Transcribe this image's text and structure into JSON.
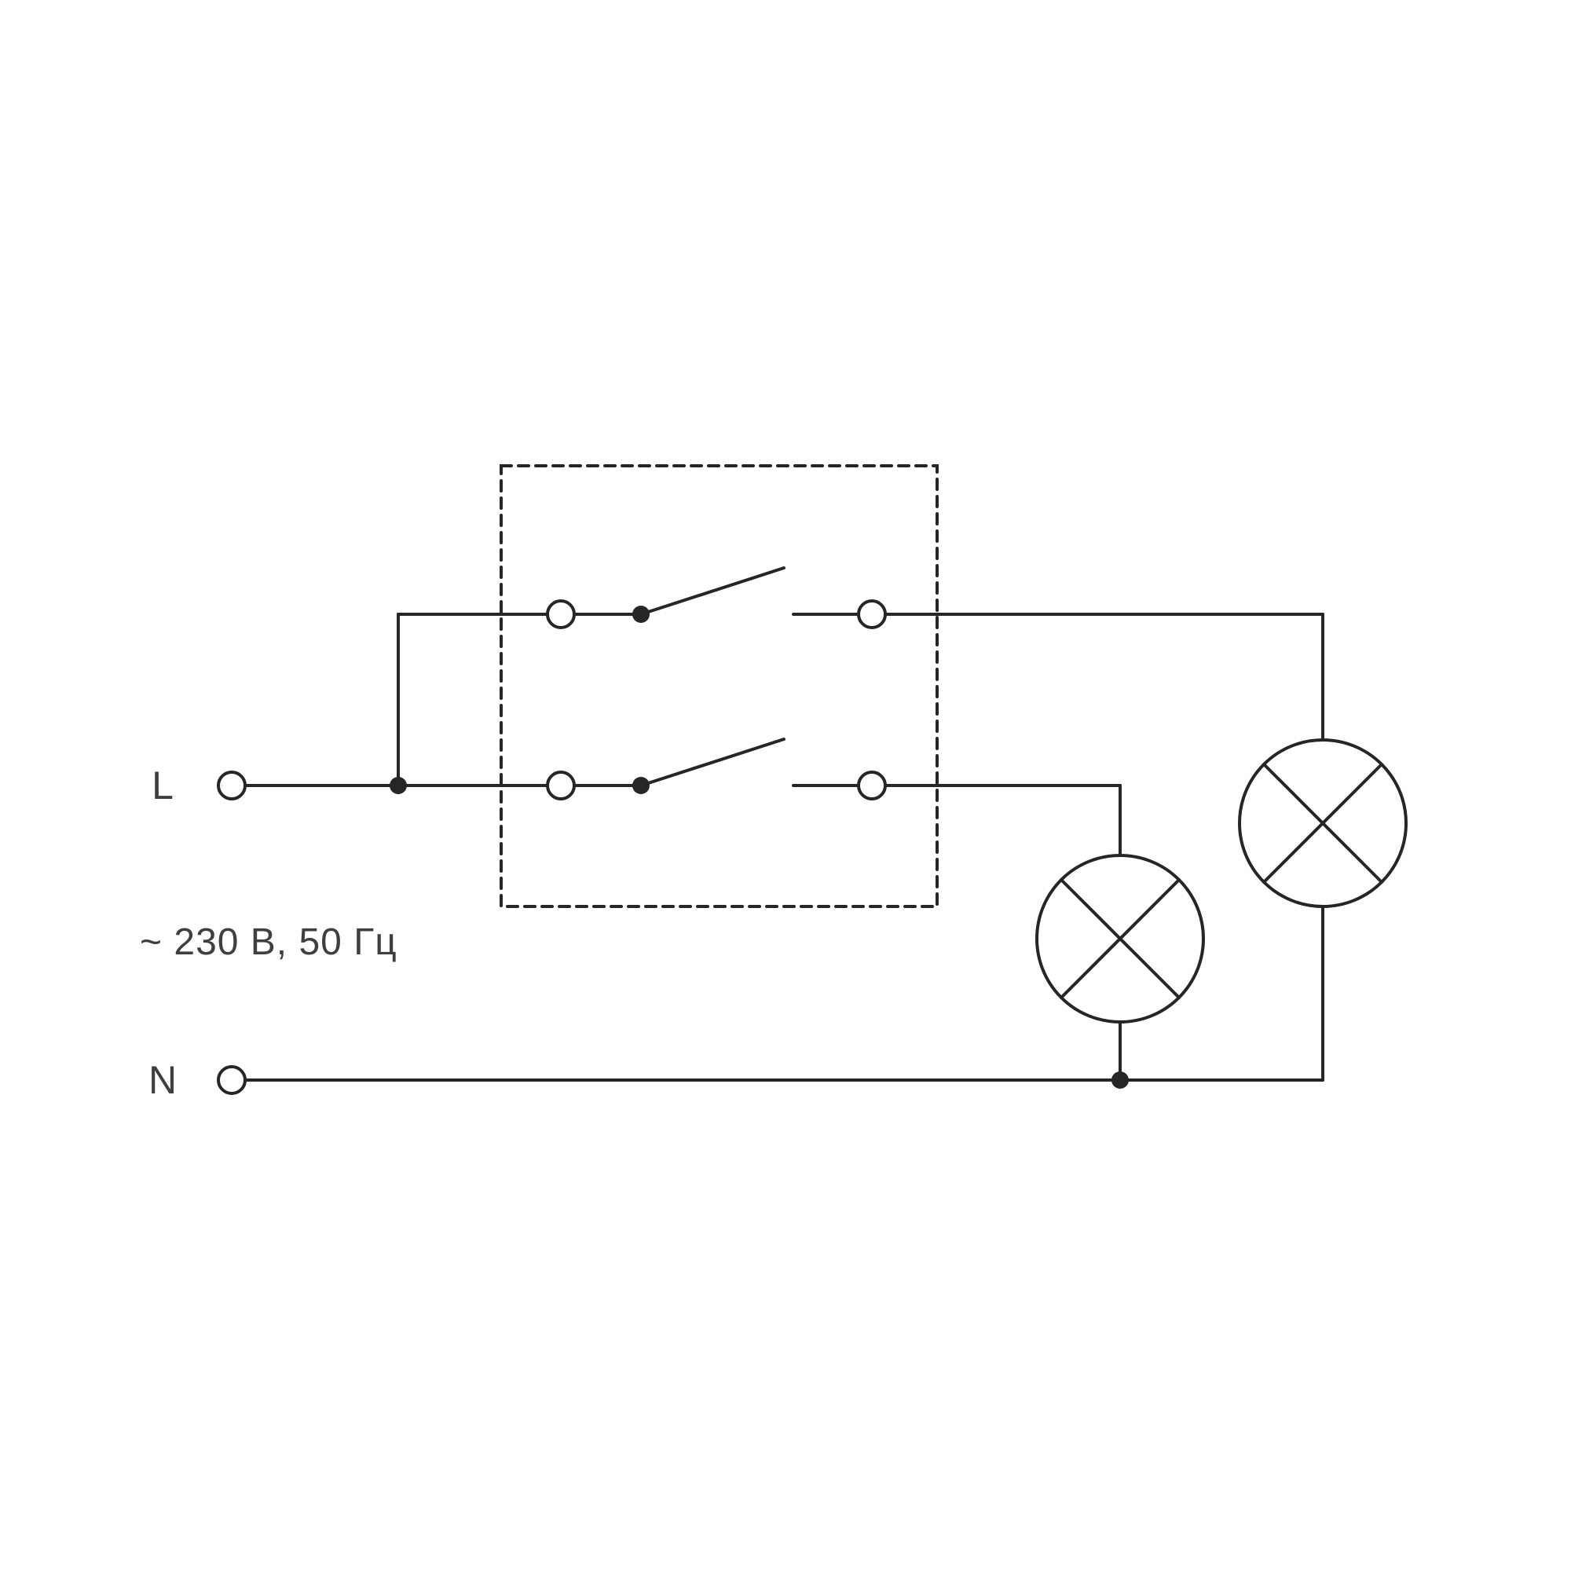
{
  "diagram": {
    "labels": {
      "line_terminal": "L",
      "neutral_terminal": "N",
      "power_rating": "~ 230 В, 50 Гц"
    },
    "colors": {
      "stroke": "#262626",
      "text": "#3f3f3f",
      "background": "#ffffff"
    },
    "icons": {
      "switch_unit": "two-gang-switch-icon",
      "lamp": "lamp-cross-circle-icon",
      "terminal": "open-terminal-icon",
      "junction": "junction-dot-icon"
    }
  }
}
